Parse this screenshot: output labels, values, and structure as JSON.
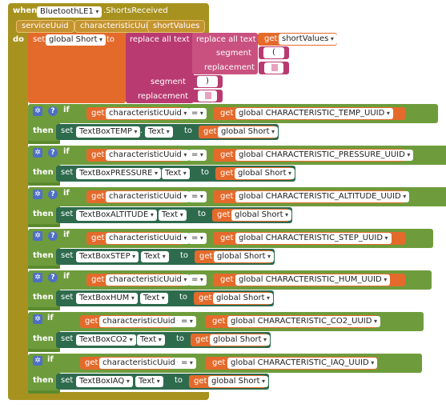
{
  "event": {
    "when": "when",
    "component": "BluetoothLE1",
    "event_name": ".ShortsReceived",
    "params": [
      "serviceUuid",
      "characteristicUuid",
      "shortValues"
    ],
    "do": "do"
  },
  "set_global": {
    "set": "set",
    "var": "global Short",
    "to": "to",
    "outer_replace": "replace all text",
    "inner_replace": "replace all text",
    "get": "get",
    "inner_source": "shortValues",
    "segment": "segment",
    "replacement": "replacement",
    "seg1": "(",
    "seg2": ")"
  },
  "labels": {
    "if": "if",
    "then": "then",
    "get": "get",
    "set": "set",
    "to": "to",
    "equals": "=",
    "text_prop": "Text",
    "char_uuid": "characteristicUuid",
    "global_short": "global Short"
  },
  "rows": [
    {
      "textbox": "TextBoxTEMP",
      "uuid": "global CHARACTERISTIC_TEMP_UUID"
    },
    {
      "textbox": "TextBoxPRESSURE",
      "uuid": "global CHARACTERISTIC_PRESSURE_UUID"
    },
    {
      "textbox": "TextBoxALTITUDE",
      "uuid": "global CHARACTERISTIC_ALTITUDE_UUID"
    },
    {
      "textbox": "TextBoxSTEP",
      "uuid": "global CHARACTERISTIC_STEP_UUID"
    },
    {
      "textbox": "TextBoxHUM",
      "uuid": "global CHARACTERISTIC_HUM_UUID"
    },
    {
      "textbox": "TextBoxCO2",
      "uuid": "global CHARACTERISTIC_CO2_UUID"
    },
    {
      "textbox": "TextBoxIAQ",
      "uuid": "global CHARACTERISTIC_IAQ_UUID"
    }
  ],
  "colors": {
    "event": "#a7921f",
    "variable": "#e46a2b",
    "text": "#b93a71",
    "control": "#6e9c3c",
    "component": "#2e6b4d"
  }
}
